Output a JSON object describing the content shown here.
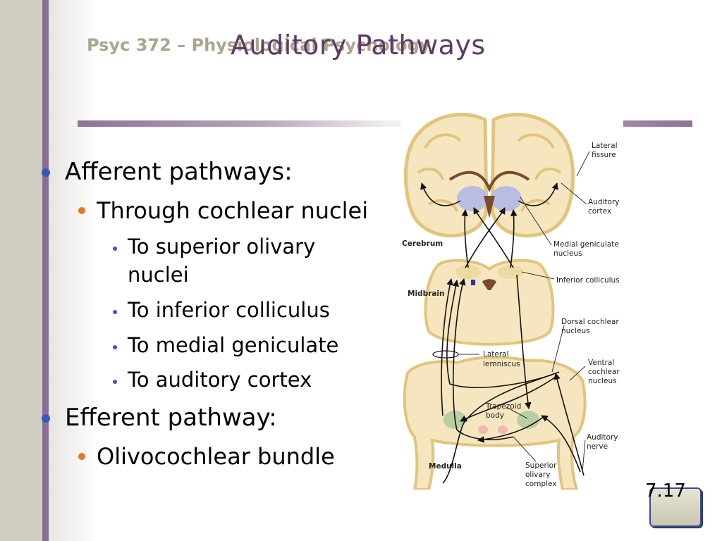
{
  "header": {
    "course": "Psyc 372 – Physiological Psychology",
    "title": "Auditory Pathways"
  },
  "bullets": {
    "afferent": "Afferent pathways:",
    "through": "Through cochlear nuclei",
    "superior_line1": "To superior olivary",
    "superior_line2": "nuclei",
    "inferior": "To inferior colliculus",
    "medial": "To medial geniculate",
    "auditory": "To auditory cortex",
    "efferent": "Efferent pathway:",
    "olivo": "Olivocochlear bundle"
  },
  "figure": {
    "labels": {
      "lateral_fissure_1": "Lateral",
      "lateral_fissure_2": "fissure",
      "auditory_cortex_1": "Auditory",
      "auditory_cortex_2": "cortex",
      "medial_geniculate_1": "Medial geniculate",
      "medial_geniculate_2": "nucleus",
      "cerebrum": "Cerebrum",
      "inferior_colliculus": "Inferior colliculus",
      "midbrain": "Midbrain",
      "dorsal_cochlear_1": "Dorsal cochlear",
      "dorsal_cochlear_2": "nucleus",
      "lateral_lemniscus_1": "Lateral",
      "lateral_lemniscus_2": "lemniscus",
      "ventral_cochlear_1": "Ventral",
      "ventral_cochlear_2": "cochlear",
      "ventral_cochlear_3": "nucleus",
      "trapezoid_1": "Trapezoid",
      "trapezoid_2": "body",
      "auditory_nerve_1": "Auditory",
      "auditory_nerve_2": "nerve",
      "medulla": "Medulla",
      "superior_olivary_1": "Superior",
      "superior_olivary_2": "olivary",
      "superior_olivary_3": "complex"
    }
  },
  "slide_number": "7.17",
  "colors": {
    "title": "#5e3a66",
    "course": "#a9a68a",
    "bar": "#8a6d94",
    "bullet_l1": "#3a57b8",
    "bullet_l2": "#e07a2a",
    "bullet_l3": "#3a57b8",
    "brain_tissue": "#f5e6bf",
    "brain_outline": "#e2c47c"
  }
}
